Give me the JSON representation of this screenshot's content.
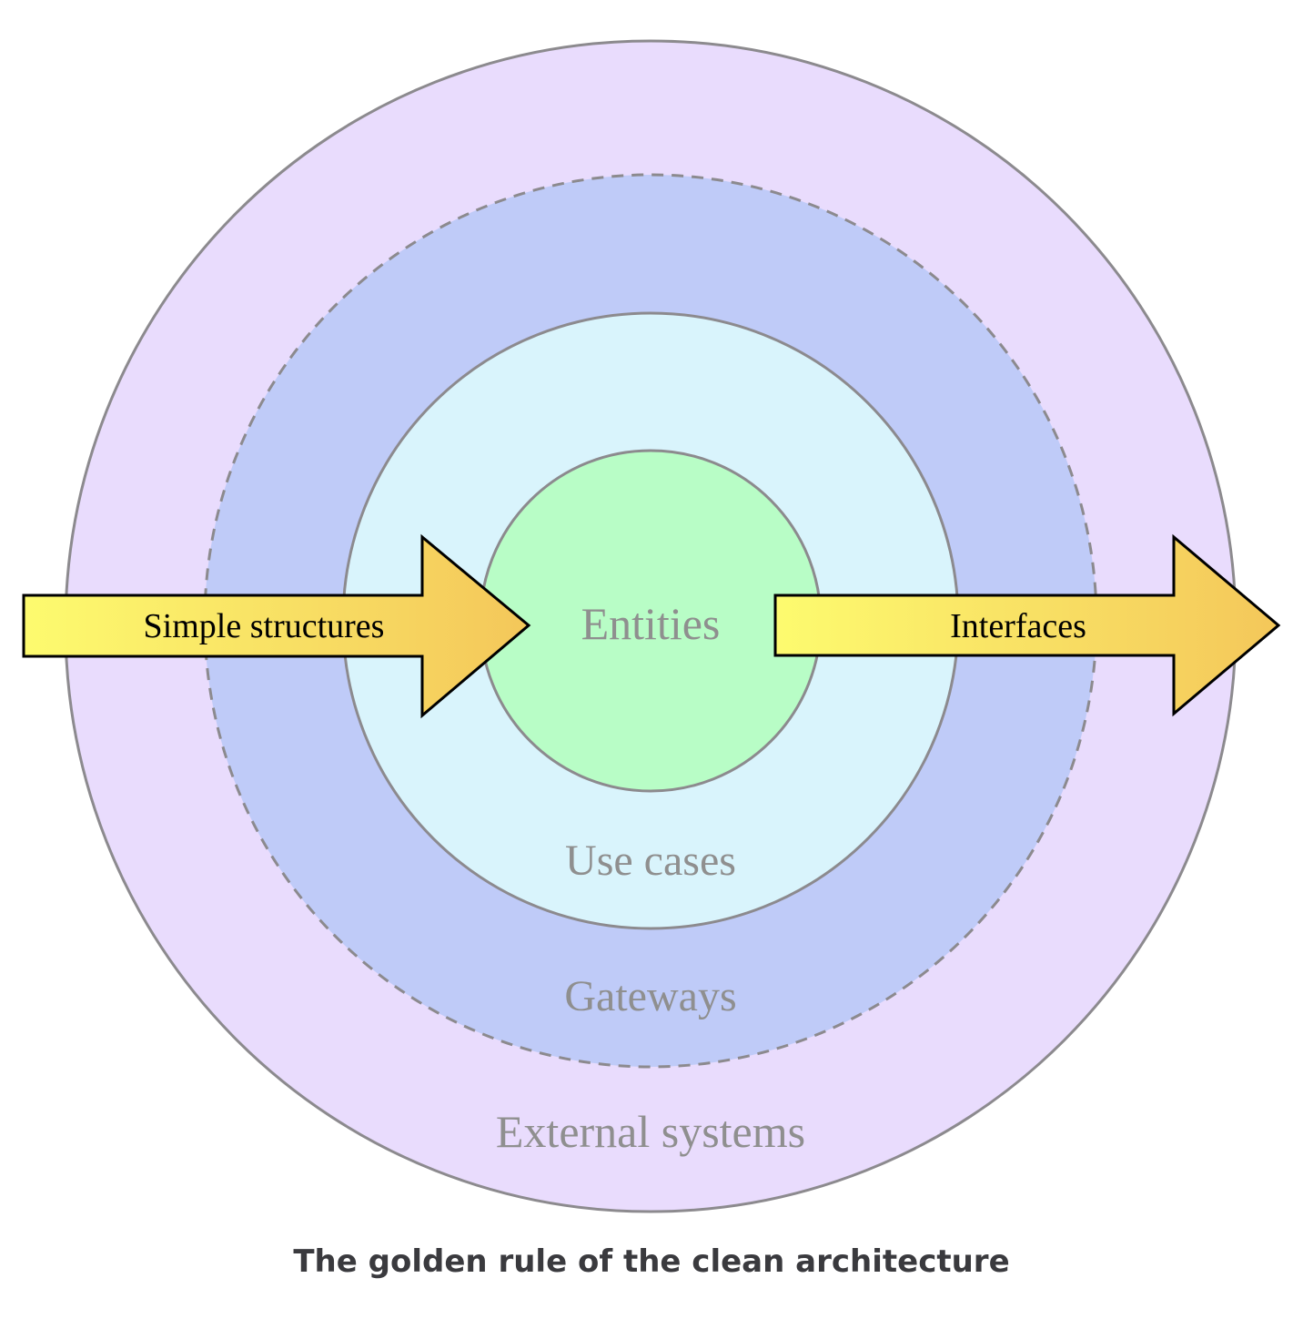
{
  "colors": {
    "external_fill": "#e9dcfd",
    "gateways_fill": "#bfcbf8",
    "use_cases_fill": "#d9f4fc",
    "entities_fill": "#b8fdc6",
    "ring_stroke": "#8c8a8e",
    "ring_label": "#8f8f8f",
    "arrow_gradient_start": "#fdfb6f",
    "arrow_gradient_end": "#f4c75a",
    "caption": "#3a3a3e"
  },
  "rings": {
    "external": "External systems",
    "gateways": "Gateways",
    "use_cases": "Use cases",
    "entities": "Entities"
  },
  "arrows": {
    "inbound": "Simple structures",
    "outbound": "Interfaces"
  },
  "caption": "The golden rule of the clean architecture"
}
